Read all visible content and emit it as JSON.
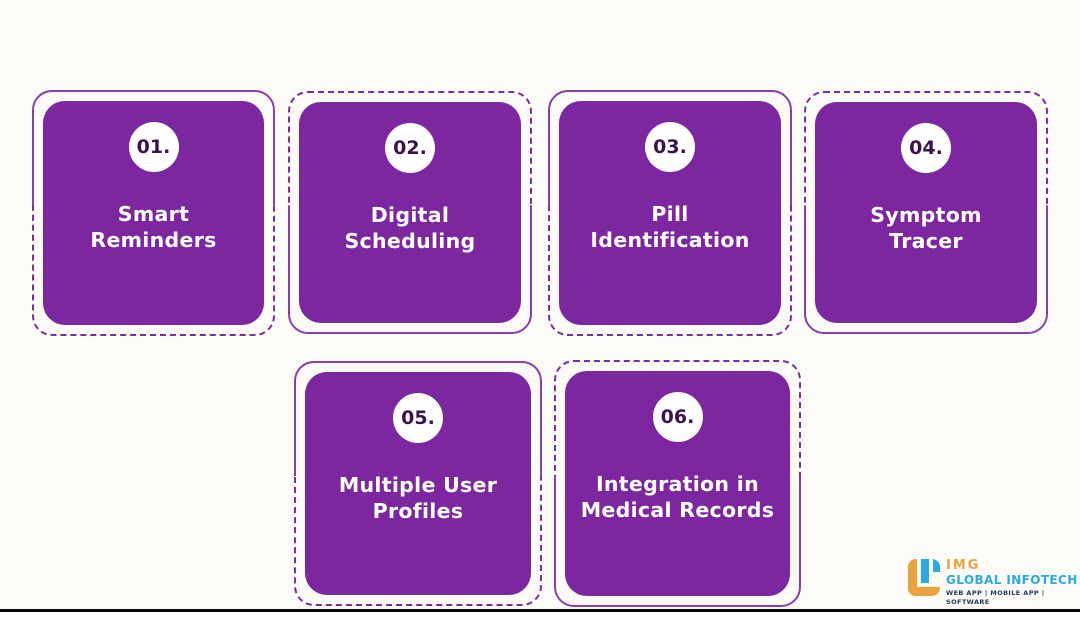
{
  "page": {
    "background": "#FCFBF8",
    "bottom_line_color": "#060606"
  },
  "colors": {
    "card_fill": "#7C27A0",
    "card_border_solid": "#8A3FA8",
    "card_border_dashed": "#7A2E99",
    "card_text": "#FFFFFF",
    "circle_fill": "#FFFFFF",
    "number_text": "#3A1250"
  },
  "cards": [
    {
      "number": "01.",
      "title": "Smart\nReminders"
    },
    {
      "number": "02.",
      "title": "Digital\nScheduling"
    },
    {
      "number": "03.",
      "title": "Pill\nIdentification"
    },
    {
      "number": "04.",
      "title": "Symptom\nTracer"
    },
    {
      "number": "05.",
      "title": "Multiple User\nProfiles"
    },
    {
      "number": "06.",
      "title": "Integration in\nMedical Records"
    }
  ],
  "logo": {
    "brand": "IMG",
    "name": "GLOBAL INFOTECH",
    "tagline": "WEB APP | MOBILE APP | SOFTWARE",
    "brand_color": "#F0A13C",
    "name_color": "#2BA9E0",
    "tagline_color": "#173A5E"
  }
}
